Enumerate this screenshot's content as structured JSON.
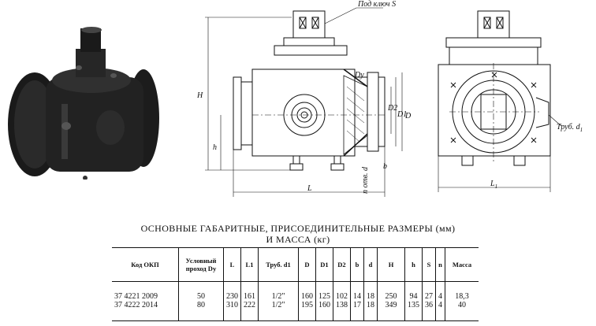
{
  "drawing": {
    "wrench_label": "Под ключ S",
    "pipe_label": "Труб. d",
    "pipe_sub": "1",
    "dim_H": "H",
    "dim_h": "h",
    "dim_L": "L",
    "dim_L1": "L",
    "dim_L1_sub": "1",
    "dim_Dy": "Dy",
    "dim_D": "D",
    "dim_D1": "D1",
    "dim_D2": "D2",
    "dim_b": "b",
    "dim_holes": "n отв. d"
  },
  "caption": {
    "line1": "ОСНОВНЫЕ ГАБАРИТНЫЕ, ПРИСОЕДИНИТЕЛЬНЫЕ РАЗМЕРЫ (мм)",
    "line2": "И МАССА (кг)"
  },
  "table": {
    "headers": [
      "Код ОКП",
      "Условный проход Dy",
      "L",
      "L1",
      "Труб. d1",
      "D",
      "D1",
      "D2",
      "b",
      "d",
      "H",
      "h",
      "S",
      "n",
      "Масса"
    ],
    "rows": [
      [
        "37 4221 2009",
        "50",
        "230",
        "161",
        "1/2\"",
        "160",
        "125",
        "102",
        "14",
        "18",
        "250",
        "94",
        "27",
        "4",
        "18,3"
      ],
      [
        "37 4222 2014",
        "80",
        "310",
        "222",
        "1/2\"",
        "195",
        "160",
        "138",
        "17",
        "18",
        "349",
        "135",
        "36",
        "4",
        "40"
      ]
    ]
  }
}
